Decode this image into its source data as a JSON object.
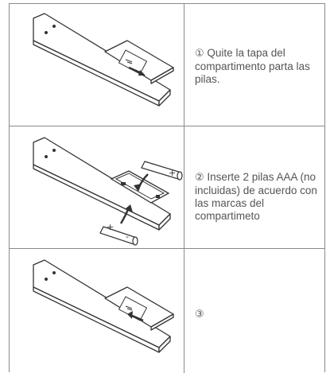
{
  "steps": [
    {
      "number": "①",
      "text": "Quite la tapa del compartimento parta las pilas.",
      "illustration": "remote-back-with-battery-cover-and-remove-arrow"
    },
    {
      "number": "②",
      "text": "Inserte 2 pilas AAA (no incluidas) de acuerdo con las marcas del compartimeto",
      "illustration": "remote-battery-compartment-with-two-aaa-batteries"
    },
    {
      "number": "③",
      "text": "",
      "illustration": "remote-back-with-battery-cover-and-close-arrow"
    }
  ],
  "battery_marks": {
    "plus": "+",
    "minus": "-"
  }
}
